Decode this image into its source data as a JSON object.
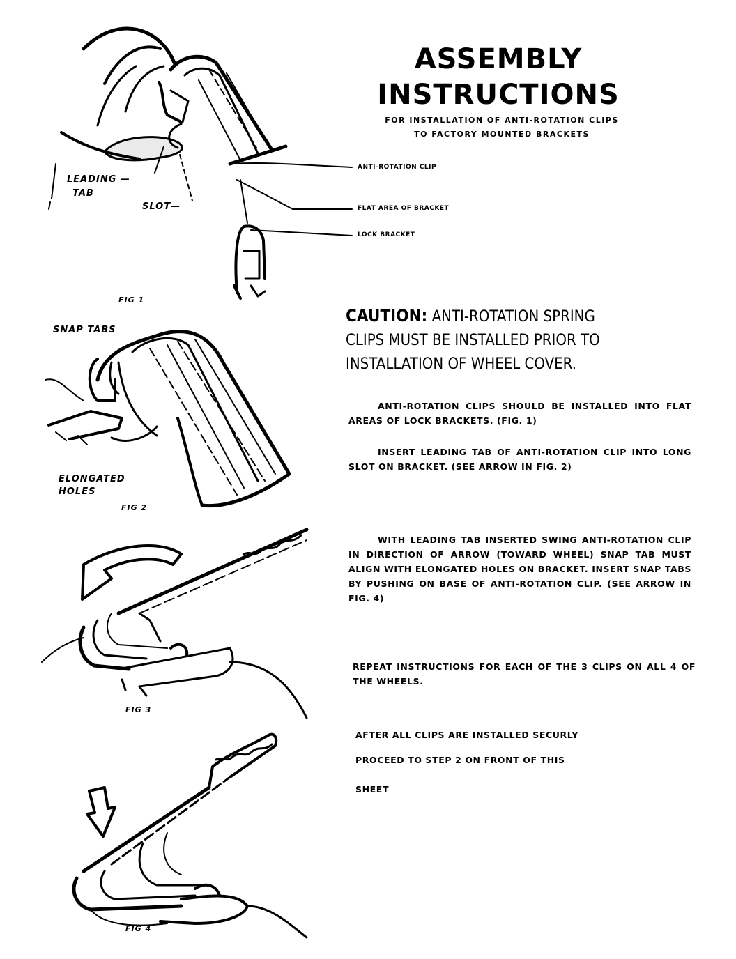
{
  "header": {
    "title_line1": "ASSEMBLY",
    "title_line2": "INSTRUCTIONS",
    "subtitle_line1": "FOR INSTALLATION OF ANTI-ROTATION CLIPS",
    "subtitle_line2": "TO FACTORY MOUNTED BRACKETS"
  },
  "fig1": {
    "callouts": {
      "anti_rotation_clip": "ANTI-ROTATION CLIP",
      "flat_area": "FLAT AREA OF BRACKET",
      "lock_bracket": "LOCK BRACKET"
    },
    "leading_tab_line1": "LEADING —",
    "leading_tab_line2": "TAB",
    "slot": "SLOT—",
    "caption": "FIG 1"
  },
  "fig2": {
    "snap_tabs": "SNAP TABS",
    "elongated_line1": "ELONGATED",
    "elongated_line2": "HOLES",
    "caption": "FIG 2"
  },
  "fig3": {
    "caption": "FIG 3"
  },
  "fig4": {
    "caption": "FIG 4"
  },
  "caution": {
    "label": "CAUTION:",
    "text": "ANTI-ROTATION SPRING CLIPS MUST BE INSTALLED PRIOR TO INSTALLATION OF WHEEL COVER."
  },
  "instructions": {
    "p1": "ANTI-ROTATION CLIPS SHOULD BE INSTALLED INTO FLAT AREAS OF LOCK BRACKETS. (FIG. 1)",
    "p2": "INSERT LEADING TAB OF ANTI-ROTATION CLIP INTO LONG SLOT ON BRACKET. (SEE ARROW IN FIG. 2)",
    "p3": "WITH LEADING TAB INSERTED SWING ANTI-ROTATION CLIP IN DIRECTION OF ARROW (TOWARD WHEEL) SNAP TAB MUST ALIGN WITH ELONGATED HOLES ON BRACKET. INSERT SNAP TABS BY PUSHING ON BASE OF ANTI-ROTATION CLIP. (SEE ARROW IN FIG. 4)",
    "p4": "REPEAT INSTRUCTIONS FOR EACH OF THE 3 CLIPS ON ALL 4 OF THE WHEELS.",
    "p5": "AFTER ALL CLIPS ARE INSTALLED SECURLY",
    "p6": "PROCEED TO STEP 2 ON FRONT OF THIS",
    "p7": "SHEET"
  },
  "colors": {
    "ink": "#000000",
    "paper": "#ffffff"
  }
}
